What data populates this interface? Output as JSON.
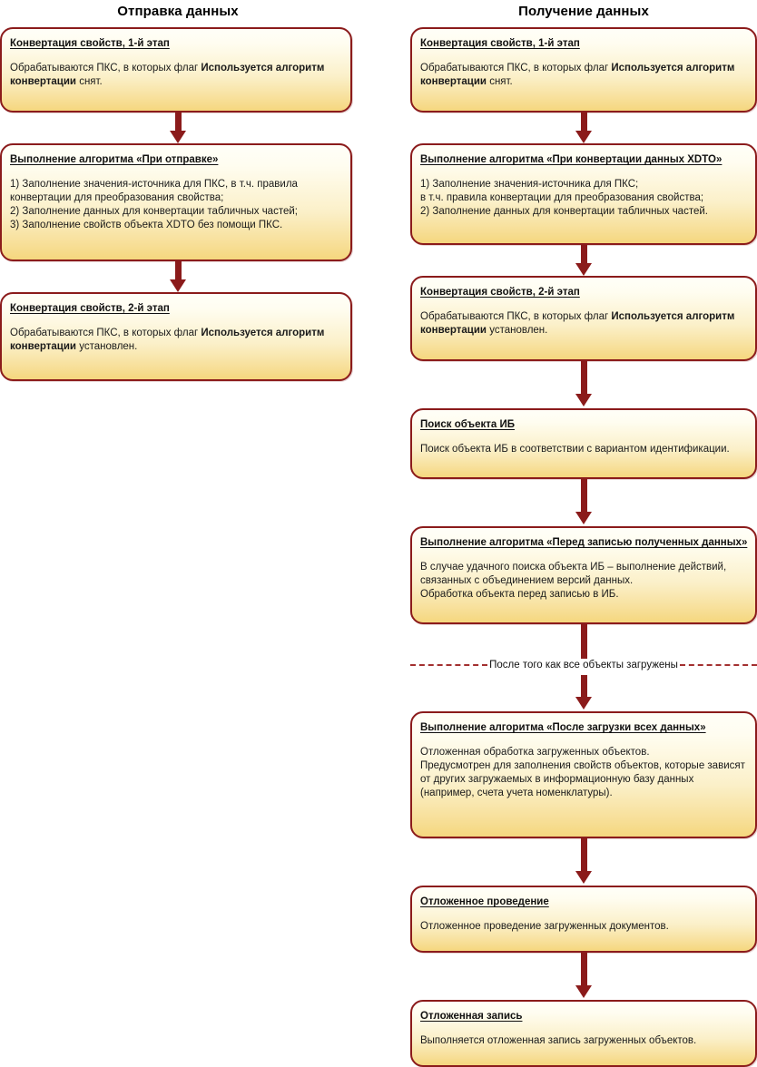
{
  "theme": {
    "box_border": "#8B1B1B",
    "box_gradient_top": "#FFFEF8",
    "box_gradient_bottom": "#F5D77E",
    "arrow_color": "#8B1B1B",
    "dashed_line_color": "#A33030",
    "text_color": "#111111",
    "page_background": "#FFFFFF"
  },
  "columns": {
    "left": {
      "title": "Отправка данных",
      "nodes": [
        {
          "title": "Конвертация свойств, 1-й этап",
          "body_lines": [
            {
              "parts": [
                {
                  "text": "Обрабатываются ПКС, в которых флаг ",
                  "bold": false
                },
                {
                  "text": "Используется алгоритм конвертации",
                  "bold": true
                },
                {
                  "text": " снят.",
                  "bold": false
                }
              ]
            }
          ]
        },
        {
          "title": "Выполнение алгоритма «При отправке»",
          "body_lines": [
            {
              "parts": [
                {
                  "text": "1) Заполнение значения-источника для ПКС, в т.ч. правила конвертации для преобразования свойства;",
                  "bold": false
                }
              ]
            },
            {
              "parts": [
                {
                  "text": "2) Заполнение данных для конвертации табличных частей;",
                  "bold": false
                }
              ]
            },
            {
              "parts": [
                {
                  "text": "3) Заполнение свойств объекта XDTO без помощи ПКС.",
                  "bold": false
                }
              ]
            }
          ]
        },
        {
          "title": "Конвертация свойств, 2-й этап",
          "body_lines": [
            {
              "parts": [
                {
                  "text": "Обрабатываются ПКС, в которых флаг ",
                  "bold": false
                },
                {
                  "text": "Используется алгоритм конвертации",
                  "bold": true
                },
                {
                  "text": " установлен.",
                  "bold": false
                }
              ]
            }
          ]
        }
      ]
    },
    "right": {
      "title": "Получение данных",
      "separator_note": "После того как все объекты загружены",
      "nodes": [
        {
          "title": "Конвертация свойств, 1-й этап",
          "body_lines": [
            {
              "parts": [
                {
                  "text": "Обрабатываются ПКС, в которых флаг ",
                  "bold": false
                },
                {
                  "text": "Используется алгоритм конвертации",
                  "bold": true
                },
                {
                  "text": " снят.",
                  "bold": false
                }
              ]
            }
          ]
        },
        {
          "title": "Выполнение алгоритма «При конвертации данных XDTO»",
          "body_lines": [
            {
              "parts": [
                {
                  "text": "1) Заполнение значения-источника для ПКС;",
                  "bold": false
                }
              ]
            },
            {
              "parts": [
                {
                  "text": "в т.ч. правила конвертации для преобразования свойства;",
                  "bold": false
                }
              ]
            },
            {
              "parts": [
                {
                  "text": "2) Заполнение данных для конвертации табличных частей.",
                  "bold": false
                }
              ]
            }
          ]
        },
        {
          "title": "Конвертация свойств, 2-й этап",
          "body_lines": [
            {
              "parts": [
                {
                  "text": "Обрабатываются ПКС, в которых флаг ",
                  "bold": false
                },
                {
                  "text": "Используется алгоритм конвертации",
                  "bold": true
                },
                {
                  "text": " установлен.",
                  "bold": false
                }
              ]
            }
          ]
        },
        {
          "title": "Поиск объекта ИБ",
          "body_lines": [
            {
              "parts": [
                {
                  "text": "Поиск объекта ИБ в соответствии с вариантом идентификации.",
                  "bold": false
                }
              ]
            }
          ]
        },
        {
          "title": "Выполнение алгоритма «Перед записью полученных данных»",
          "body_lines": [
            {
              "parts": [
                {
                  "text": "В случае удачного поиска объекта ИБ – выполнение действий, связанных с объединением версий данных.",
                  "bold": false
                }
              ]
            },
            {
              "parts": [
                {
                  "text": "Обработка объекта перед записью в ИБ.",
                  "bold": false
                }
              ]
            }
          ]
        },
        {
          "title": "Выполнение алгоритма «После загрузки всех данных»",
          "body_lines": [
            {
              "parts": [
                {
                  "text": "Отложенная обработка загруженных объектов.",
                  "bold": false
                }
              ]
            },
            {
              "parts": [
                {
                  "text": "Предусмотрен для заполнения свойств объектов, которые зависят от других загружаемых в информационную базу данных (например, счета учета номенклатуры).",
                  "bold": false
                }
              ]
            }
          ]
        },
        {
          "title": "Отложенное проведение",
          "body_lines": [
            {
              "parts": [
                {
                  "text": "Отложенное проведение загруженных документов.",
                  "bold": false
                }
              ]
            }
          ]
        },
        {
          "title": "Отложенная запись",
          "body_lines": [
            {
              "parts": [
                {
                  "text": "Выполняется отложенная запись загруженных объектов.",
                  "bold": false
                }
              ]
            }
          ]
        }
      ]
    }
  }
}
